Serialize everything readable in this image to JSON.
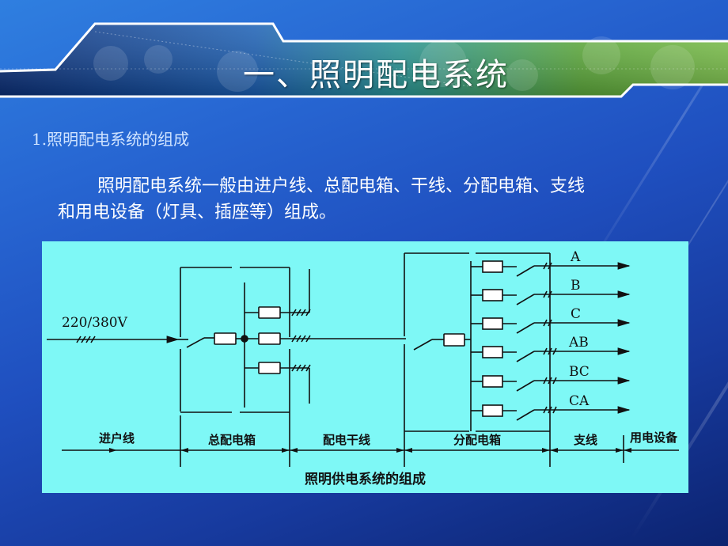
{
  "slide": {
    "title": "一、照明配电系统",
    "subheading": "1.照明配电系统的组成",
    "paragraph_line1": "照明配电系统一般由进户线、总配电箱、干线、分配电箱、支线",
    "paragraph_line2": "和用电设备（灯具、插座等）组成。"
  },
  "diagram": {
    "background": "#7ef8f6",
    "voltage_label": "220/380V",
    "branch_labels": [
      "A",
      "B",
      "C",
      "AB",
      "BC",
      "CA"
    ],
    "segments": [
      {
        "label": "进户线"
      },
      {
        "label": "总配电箱"
      },
      {
        "label": "配电干线"
      },
      {
        "label": "分配电箱"
      },
      {
        "label": "支线"
      },
      {
        "label": "用电设备"
      }
    ],
    "caption": "照明供电系统的组成"
  },
  "colors": {
    "background_top": "#2f7fe0",
    "background_bottom": "#0c2370",
    "title_band_green": "#6fb33a",
    "subheading_text": "#cfe3ff",
    "body_text": "#ffffff"
  }
}
